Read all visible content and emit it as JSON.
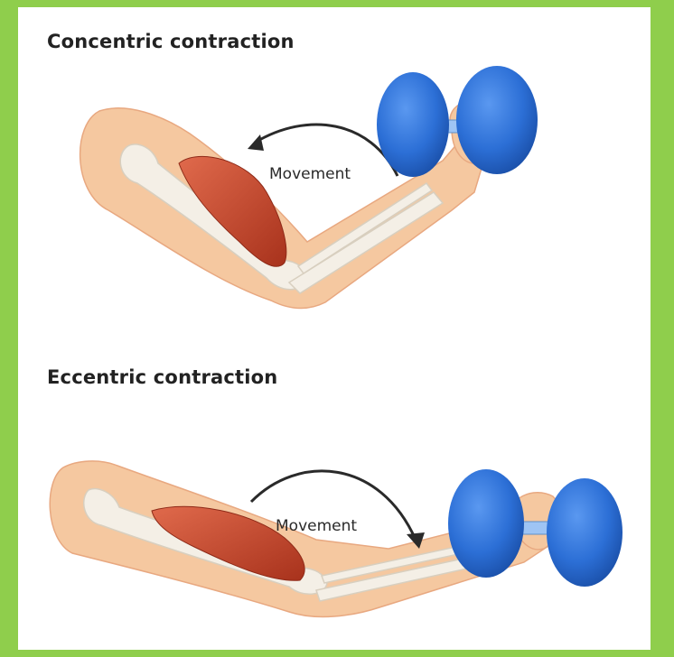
{
  "panels": [
    {
      "title": "Concentric contraction",
      "arrow_label": "Movement"
    },
    {
      "title": "Eccentric contraction",
      "arrow_label": "Movement"
    }
  ],
  "colors": {
    "border": "#8fce4c",
    "background": "#ffffff",
    "skin": "#f5c8a0",
    "bone": "#f4efe6",
    "muscle": "#c8452c",
    "dumbbell": "#2c6fd6",
    "arrow": "#2a2a2a"
  },
  "icons": [
    "dumbbell-icon",
    "curved-arrow-icon",
    "biceps-muscle-icon",
    "arm-bone-icon"
  ]
}
